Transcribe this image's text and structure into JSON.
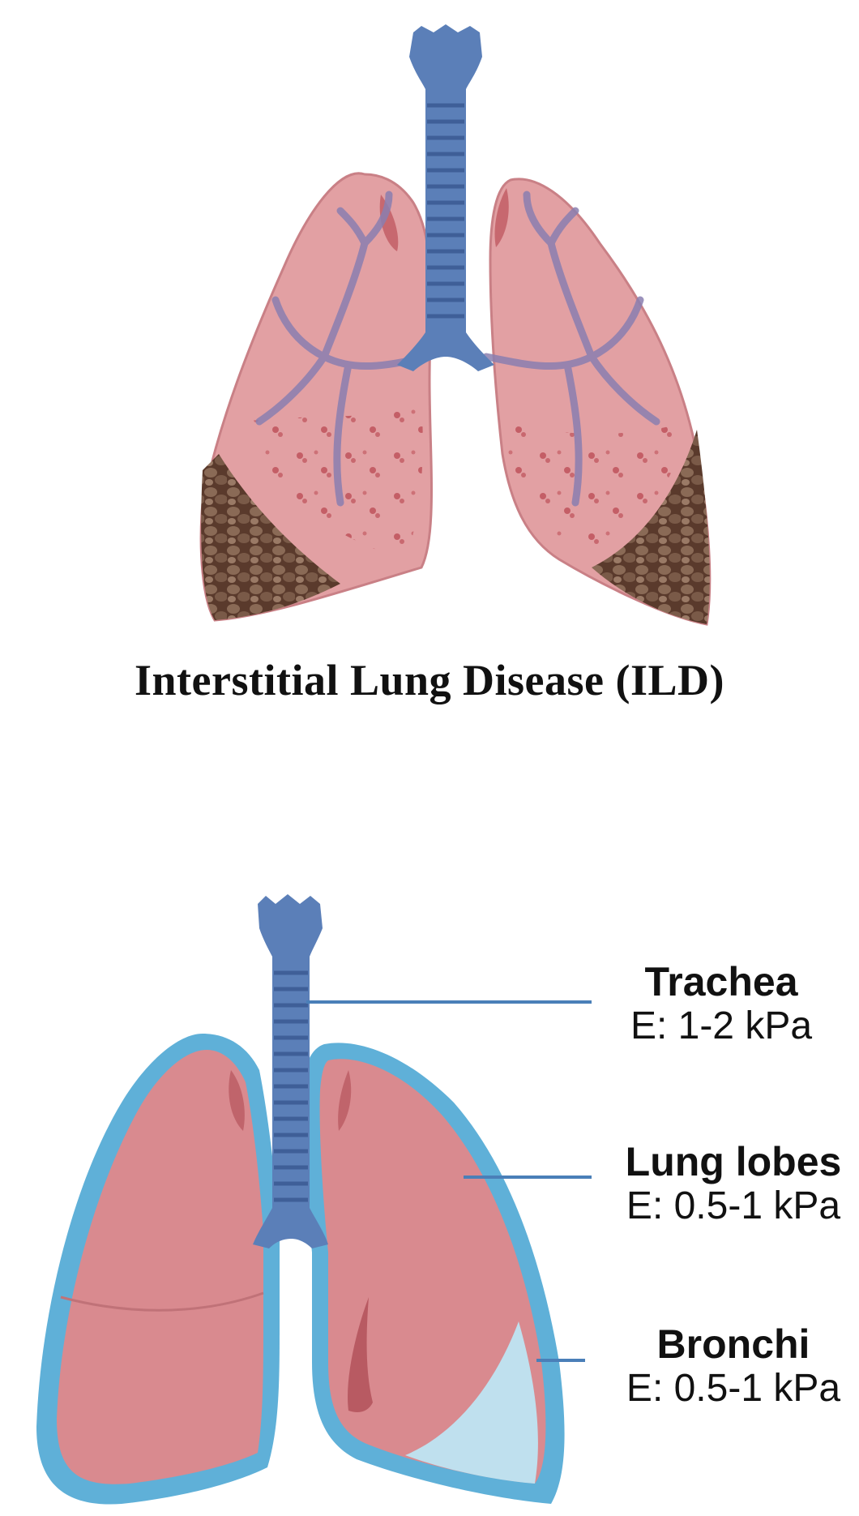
{
  "title": "Interstitial Lung Disease (ILD)",
  "labels": [
    {
      "name": "Trachea",
      "value": "E: 1-2 kPa"
    },
    {
      "name": "Lung lobes",
      "value": "E: 0.5-1 kPa"
    },
    {
      "name": "Bronchi",
      "value": "E: 0.5-1 kPa"
    }
  ],
  "colors": {
    "lung": "#d98a8f",
    "lung_light": "#e8a3a6",
    "airway": "#5b7fb8",
    "pleura": "#5fb0d8",
    "pleura_fill": "#bfe0ee",
    "fibrosis": "#6b4a3a",
    "leader": "#4a7fb8"
  }
}
